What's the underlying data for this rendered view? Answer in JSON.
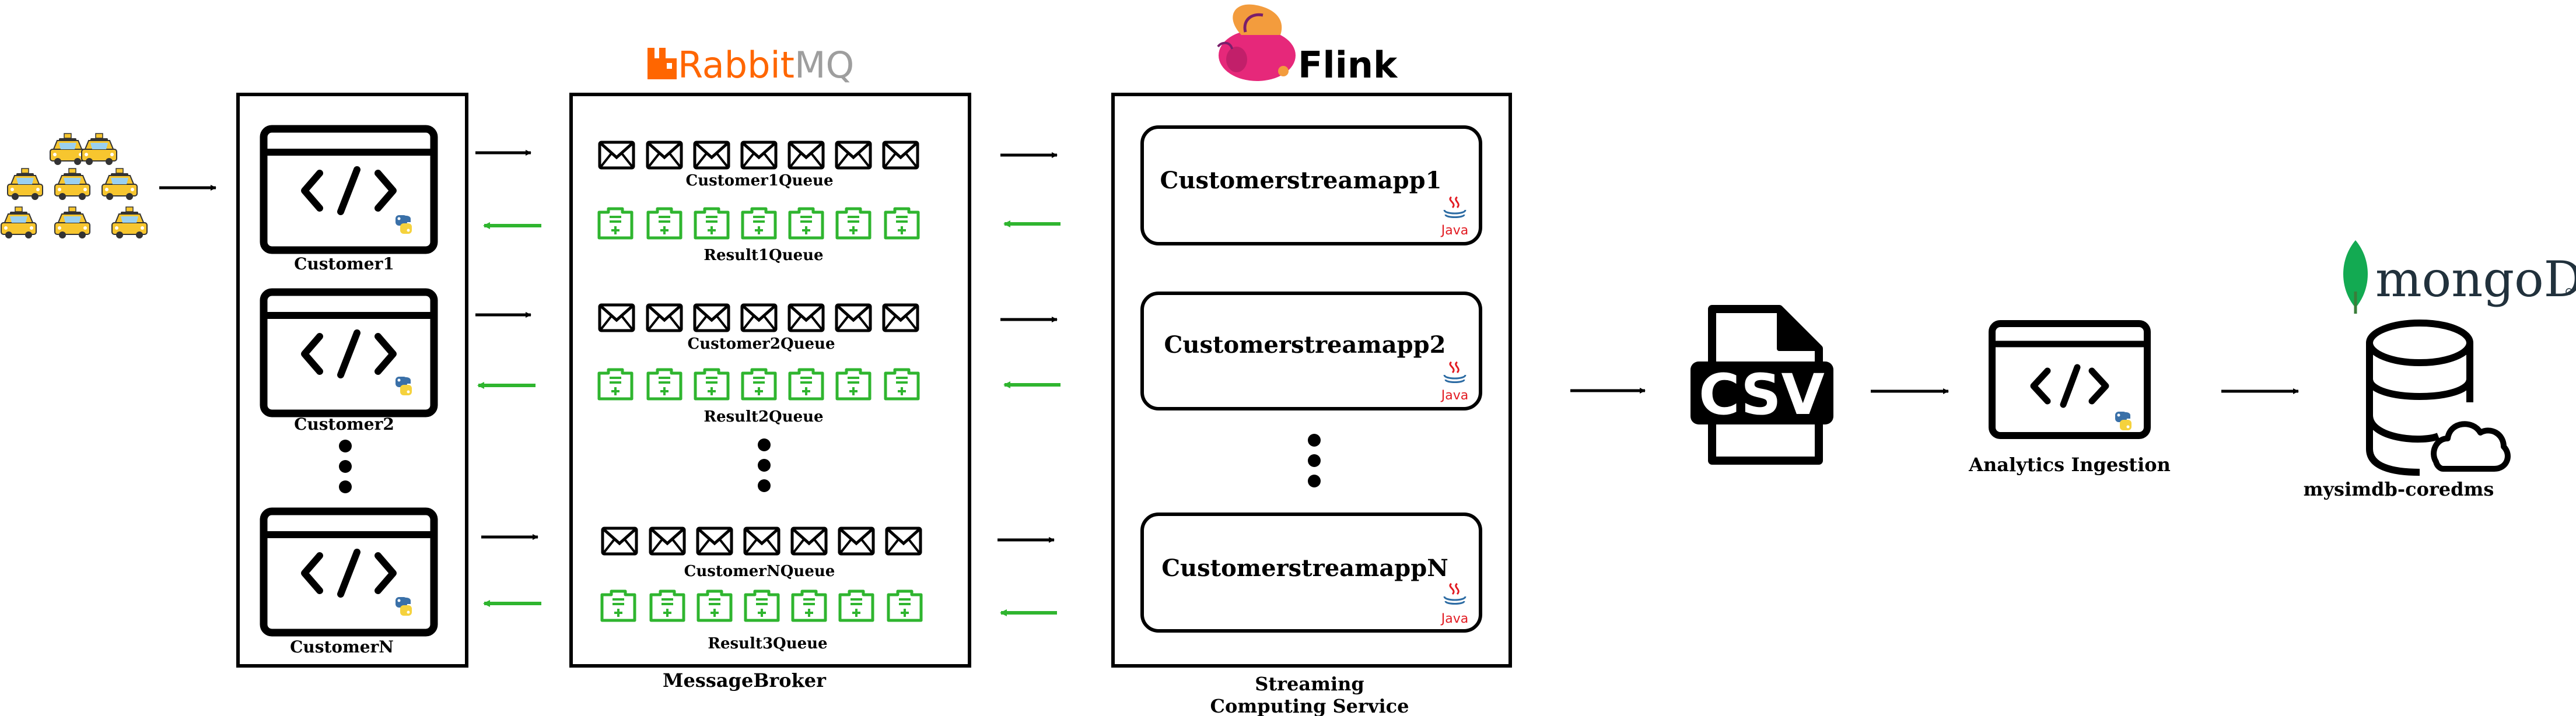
{
  "brokers": {
    "rabbitmq_logo_text_primary": "Rabbit",
    "rabbitmq_logo_text_secondary": "MQ",
    "flink_logo_text": "Flink",
    "mongodb_logo_text": "mongoDB"
  },
  "customers": [
    {
      "label": "Customer1"
    },
    {
      "label": "Customer2"
    },
    {
      "label": "CustomerN"
    }
  ],
  "queues": [
    {
      "input_label": "Customer1Queue",
      "result_label": "Result1Queue"
    },
    {
      "input_label": "Customer2Queue",
      "result_label": "Result2Queue"
    },
    {
      "input_label": "CustomerNQueue",
      "result_label": "Result3Queue"
    }
  ],
  "stream_apps": [
    {
      "label": "Customerstreamapp1"
    },
    {
      "label": "Customerstreamapp2"
    },
    {
      "label": "CustomerstreamappN"
    }
  ],
  "java_badge": "Java",
  "groups": {
    "broker_caption": "MessageBroker",
    "streaming_caption_line1": "Streaming",
    "streaming_caption_line2": "Computing Service"
  },
  "csv": {
    "label": "CSV"
  },
  "analytics": {
    "label": "Analytics Ingestion"
  },
  "database": {
    "label": "mysimdb-coredms"
  },
  "colors": {
    "rabbitmq_orange": "#ff6600",
    "rabbitmq_grey": "#9e9e9e",
    "return_arrow_green": "#2fb52f",
    "mongodb_green": "#13aa52",
    "mongodb_text": "#21313c",
    "taxi_yellow": "#f7c62f",
    "flink_pink": "#e6287a",
    "java_red": "#e21b22",
    "java_blue": "#2c6ba3",
    "python_blue": "#3a70a8",
    "python_yellow": "#f5d23d"
  }
}
